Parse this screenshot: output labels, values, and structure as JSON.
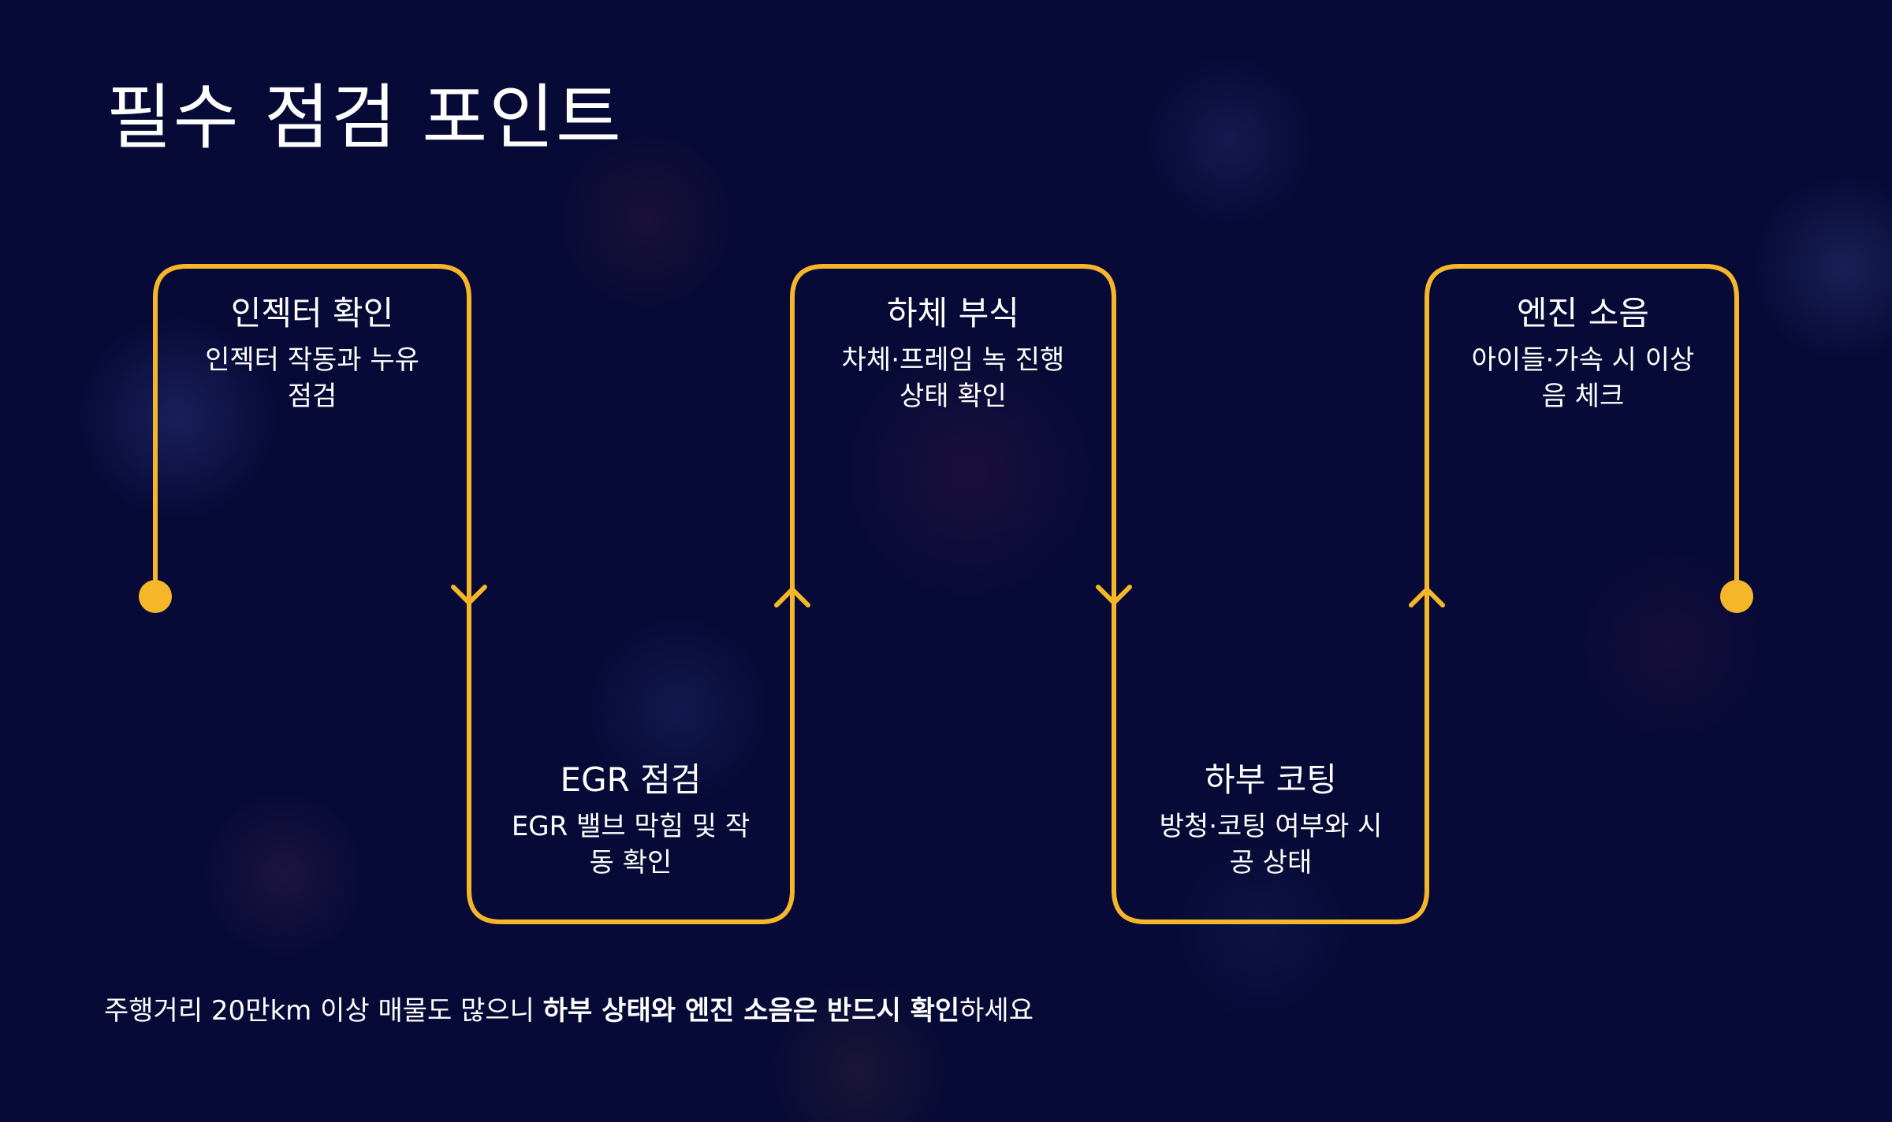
{
  "title": "필수 점검 포인트",
  "colors": {
    "background": "#070a36",
    "accent": "#f6b62a",
    "text": "#ffffff"
  },
  "steps": [
    {
      "title": "인젝터 확인",
      "desc_line1": "인젝터 작동과 누유",
      "desc_line2": "점검"
    },
    {
      "title": "EGR 점검",
      "desc_line1": "EGR 밸브 막힘 및 작",
      "desc_line2": "동 확인"
    },
    {
      "title": "하체 부식",
      "desc_line1": "차체·프레임 녹 진행",
      "desc_line2": "상태 확인"
    },
    {
      "title": "하부 코팅",
      "desc_line1": "방청·코팅 여부와 시",
      "desc_line2": "공 상태"
    },
    {
      "title": "엔진 소음",
      "desc_line1": "아이들·가속 시 이상",
      "desc_line2": "음 체크"
    }
  ],
  "footer": {
    "prefix": "주행거리 20만km 이상 매물도 많으니 ",
    "emphasis": "하부 상태와 엔진 소음은 반드시 확인",
    "suffix": "하세요"
  }
}
